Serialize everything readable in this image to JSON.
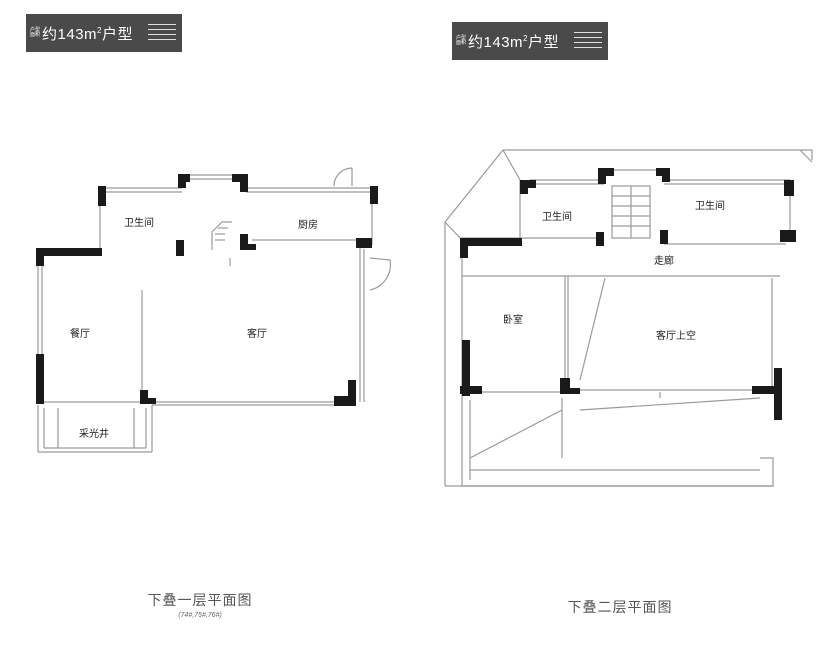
{
  "left_plan": {
    "title": {
      "prefix_line1": "户型",
      "prefix_line2": "面积",
      "text": "约143m",
      "sup": "2",
      "suffix": "户型"
    },
    "rooms": {
      "bathroom": "卫生间",
      "kitchen": "厨房",
      "dining": "餐厅",
      "living": "客厅",
      "lightwell": "采光井"
    },
    "caption": "下叠一层平面图",
    "subcaption": "(74#,75#,76#)"
  },
  "right_plan": {
    "title": {
      "prefix_line1": "户型",
      "prefix_line2": "面积",
      "text": "约143m",
      "sup": "2",
      "suffix": "户型"
    },
    "rooms": {
      "bathroom_left": "卫生间",
      "bathroom_right": "卫生间",
      "corridor": "走廊",
      "bedroom": "卧室",
      "void": "客厅上空"
    },
    "caption": "下叠二层平面图"
  },
  "colors": {
    "title_bg": "#4a4a4a",
    "wall": "#1a1a1a",
    "thin_line": "#888888"
  }
}
